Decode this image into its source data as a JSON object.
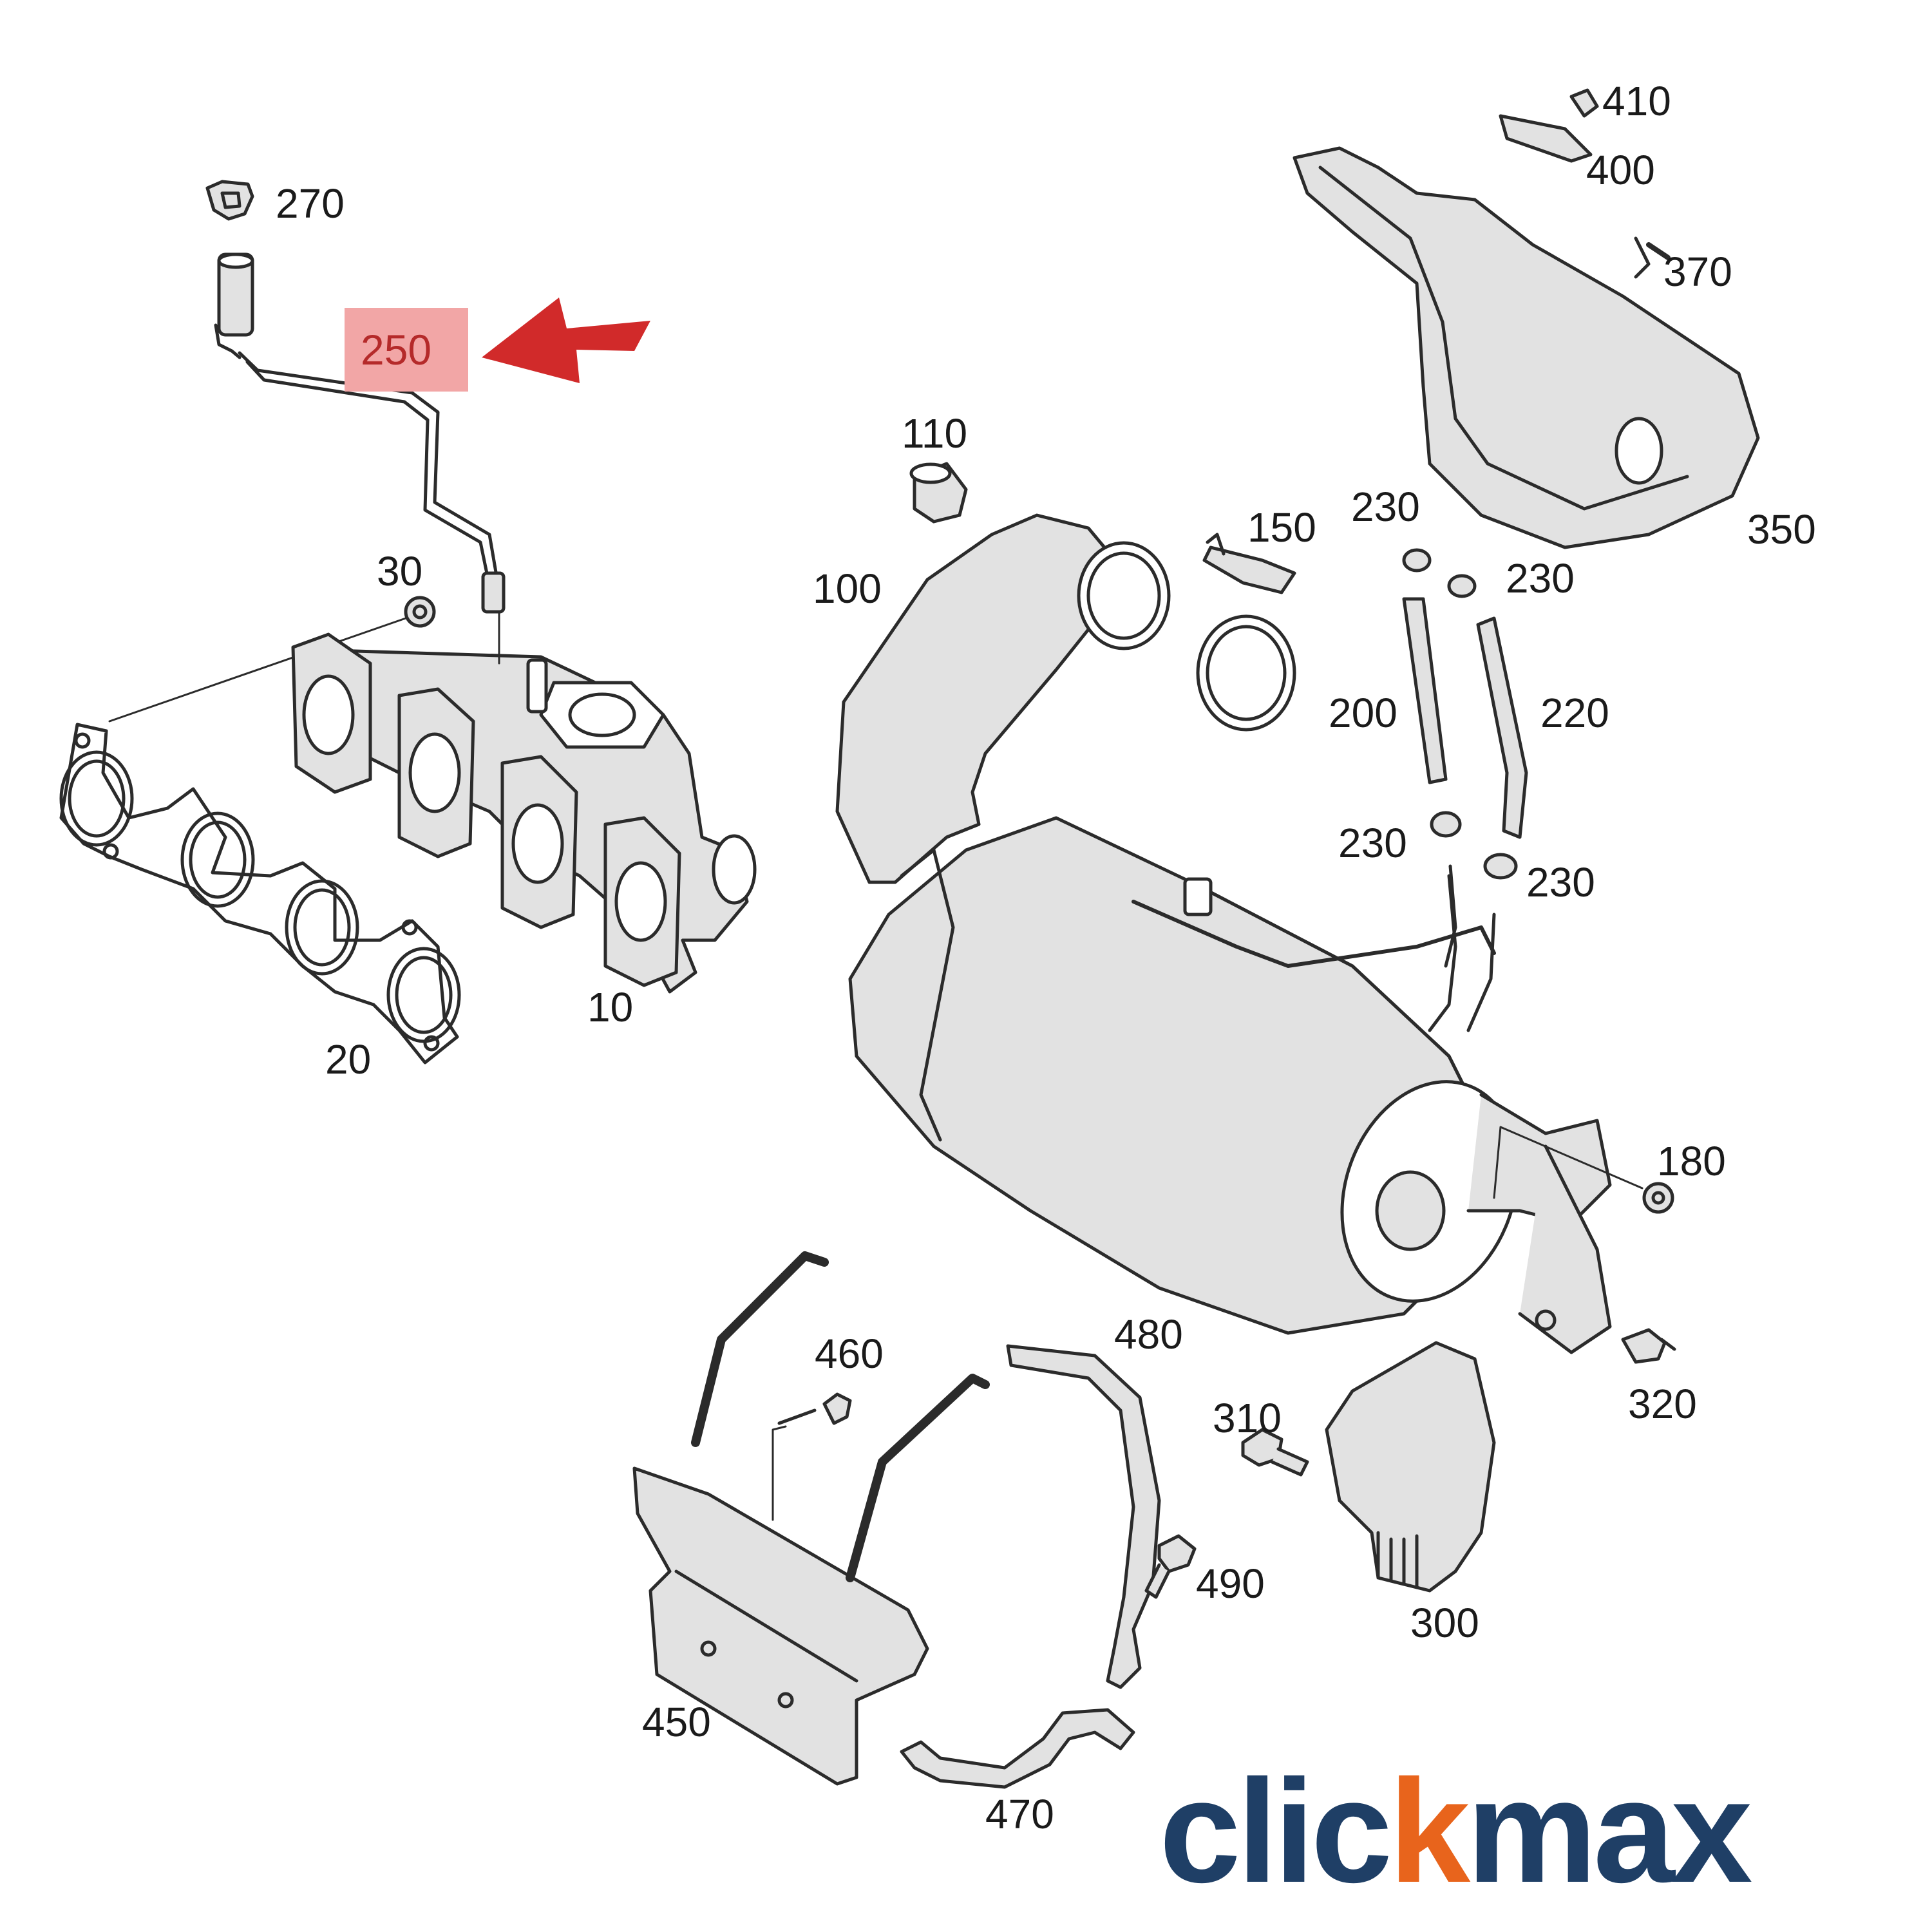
{
  "colors": {
    "line": "#2b2b2b",
    "part_fill": "#e2e2e2",
    "highlight_box": "#f2a6a6",
    "highlight_text": "#b52a2a",
    "arrow": "#d12a2a",
    "logo_primary": "#1f3f66",
    "logo_accent": "#e8641c"
  },
  "highlighted_part": "250",
  "callouts": [
    {
      "id": "c270",
      "text": "270"
    },
    {
      "id": "c30",
      "text": "30"
    },
    {
      "id": "c20",
      "text": "20"
    },
    {
      "id": "c10",
      "text": "10"
    },
    {
      "id": "c110",
      "text": "110"
    },
    {
      "id": "c100",
      "text": "100"
    },
    {
      "id": "c150",
      "text": "150"
    },
    {
      "id": "c230a",
      "text": "230"
    },
    {
      "id": "c230b",
      "text": "230"
    },
    {
      "id": "c200",
      "text": "200"
    },
    {
      "id": "c220",
      "text": "220"
    },
    {
      "id": "c230c",
      "text": "230"
    },
    {
      "id": "c230d",
      "text": "230"
    },
    {
      "id": "c410",
      "text": "410"
    },
    {
      "id": "c400",
      "text": "400"
    },
    {
      "id": "c370",
      "text": "370"
    },
    {
      "id": "c350",
      "text": "350"
    },
    {
      "id": "c180",
      "text": "180"
    },
    {
      "id": "c320",
      "text": "320"
    },
    {
      "id": "c310",
      "text": "310"
    },
    {
      "id": "c300",
      "text": "300"
    },
    {
      "id": "c460",
      "text": "460"
    },
    {
      "id": "c480",
      "text": "480"
    },
    {
      "id": "c490",
      "text": "490"
    },
    {
      "id": "c450",
      "text": "450"
    },
    {
      "id": "c470",
      "text": "470"
    }
  ],
  "logo": {
    "part1": "clic",
    "part2": "k",
    "part3": "max"
  }
}
